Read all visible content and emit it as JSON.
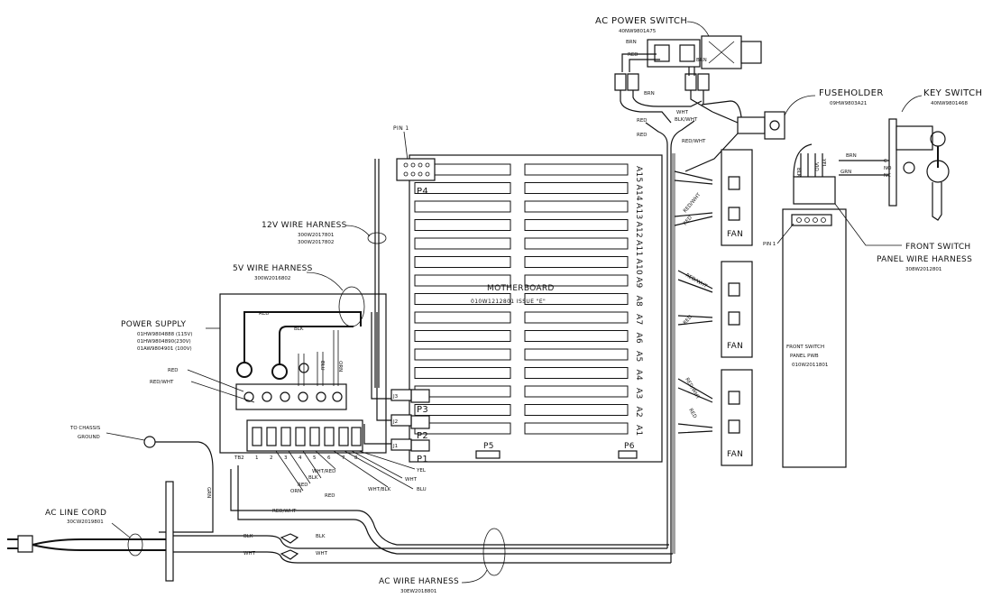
{
  "components": {
    "ac_power_switch": {
      "title": "AC POWER SWITCH",
      "part": "40NW9801A75"
    },
    "fuseholder": {
      "title": "FUSEHOLDER",
      "part": "09HW9803A21"
    },
    "key_switch": {
      "title": "KEY SWITCH",
      "part": "40NW9801468"
    },
    "front_switch_harness": {
      "title": "FRONT SWITCH",
      "title2": "PANEL WIRE HARNESS",
      "part": "308W2012801"
    },
    "front_switch_pwb": {
      "title": "FRONT SWITCH",
      "title2": "PANEL PWB",
      "part": "010W2011801",
      "pin": "PIN 1"
    },
    "harness_12v": {
      "title": "12V WIRE HARNESS",
      "part1": "300W2017801",
      "part2": "300W2017802"
    },
    "harness_5v": {
      "title": "5V WIRE HARNESS",
      "part": "300W2016802"
    },
    "power_supply": {
      "title": "POWER SUPPLY",
      "part1": "01HW9804888 (115V)",
      "part2": "01HW9804890(230V)",
      "part3": "01AW9804901 (100V)"
    },
    "chassis_ground": {
      "line1": "TO CHASSIS",
      "line2": "GROUND"
    },
    "ac_line_cord": {
      "title": "AC LINE CORD",
      "part": "30CW2019801"
    },
    "ac_harness": {
      "title": "AC WIRE HARNESS",
      "part": "30EW2018801"
    },
    "motherboard": {
      "title": "MOTHERBOARD",
      "part": "010W1212801  ISSUE \"E\"",
      "pin": "PIN 1"
    }
  },
  "connectors": {
    "p4": "P4",
    "p3": "P3",
    "p2": "P2",
    "p1": "P1",
    "p5": "P5",
    "p6": "P6",
    "j3": "J3",
    "j2": "J2",
    "j1": "J1",
    "tb2": "TB2"
  },
  "slots": [
    "A15",
    "A14",
    "A13",
    "A12",
    "A11",
    "A10",
    "A9",
    "A8",
    "A7",
    "A6",
    "A5",
    "A4",
    "A3",
    "A2",
    "A1"
  ],
  "fans": [
    "FAN",
    "FAN",
    "FAN"
  ],
  "wires": {
    "red": "RED",
    "brn": "BRN",
    "blk": "BLK",
    "blu": "BLU",
    "orn": "ORN",
    "wht": "WHT",
    "grn": "GRN",
    "yel": "YEL",
    "vio": "VIO",
    "red_wht": "RED/WHT",
    "wht_red": "WHT/RED",
    "wht_blk": "WHT/BLK",
    "blk_wht": "BLK/WHT"
  },
  "terminals": {
    "c": "C",
    "no": "NO",
    "nc": "NC"
  },
  "tb_numbers": [
    "1",
    "2",
    "3",
    "4",
    "5",
    "6",
    "7",
    "8"
  ]
}
